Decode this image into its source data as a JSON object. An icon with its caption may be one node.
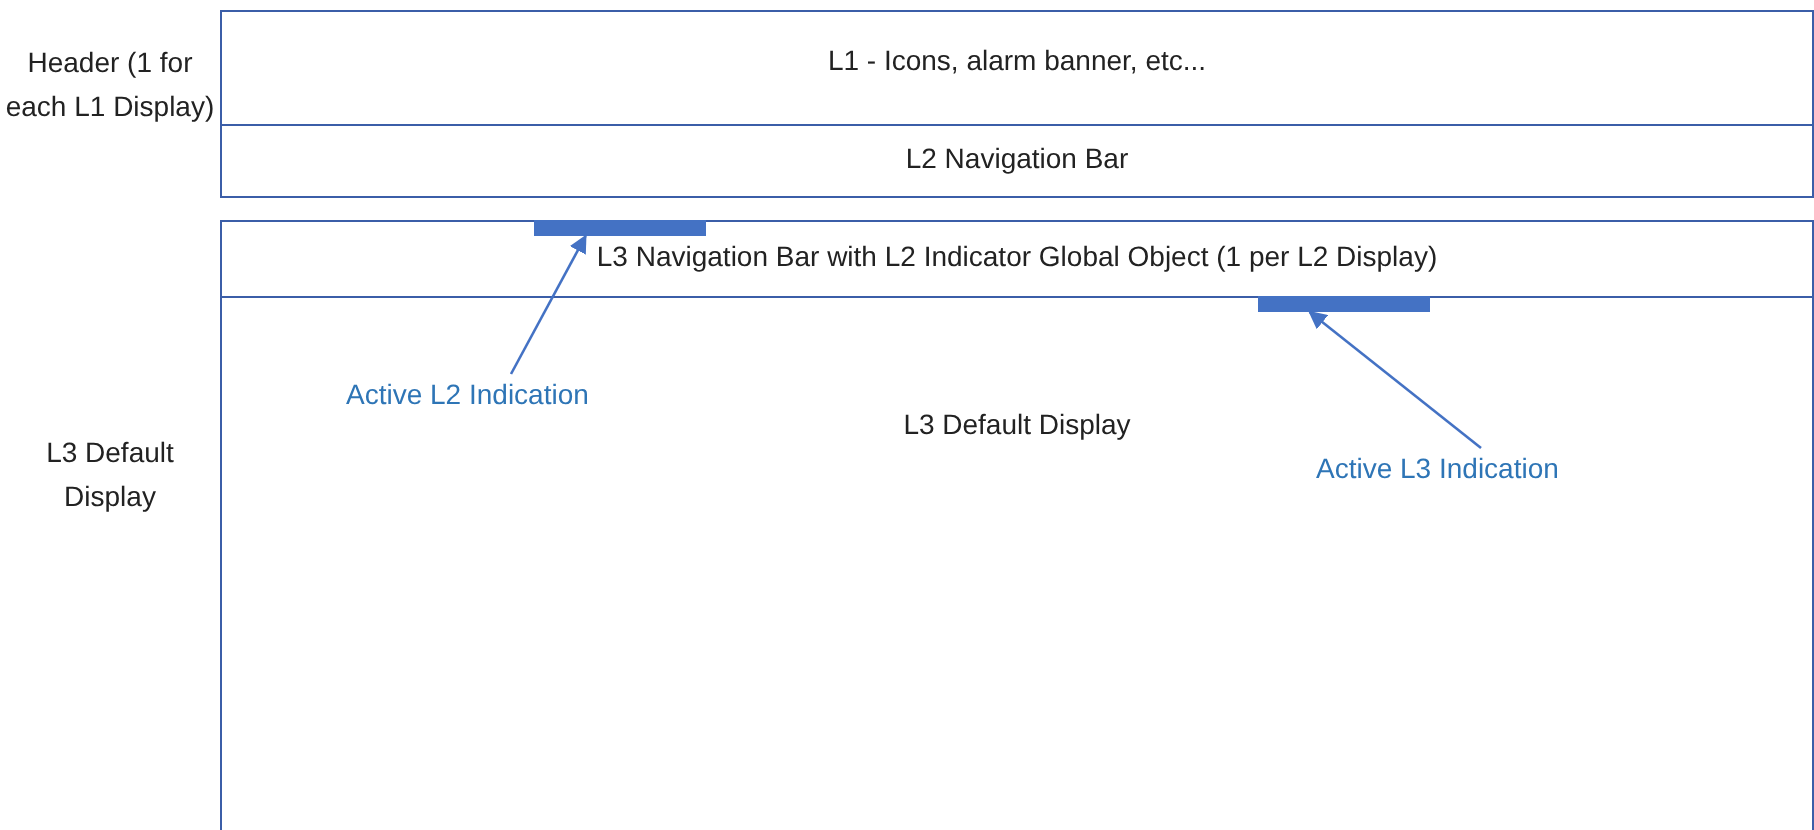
{
  "diagram": {
    "nodes": [
      {
        "text": [
          "L1 - Icons, alarm banner, etc..."
        ]
      },
      {
        "text": [
          "L2 Navigation Bar"
        ]
      },
      {
        "text": [
          "L3 Navigation Bar with L2 Indicator Global Object (1 per L2 Display)"
        ]
      },
      {
        "text": [
          "L3 Default Display"
        ]
      },
      {
        "text": [],
        "shape": "bar",
        "in": 2
      },
      {
        "text": [],
        "shape": "bar",
        "in": 3
      },
      {
        "text": [
          "Active L2 Indication"
        ],
        "in": 3
      },
      {
        "text": [
          "Active L3 Indication"
        ],
        "in": 3
      }
    ],
    "edges": [
      {
        "from": 6,
        "to": 4,
        "arrow": "to"
      },
      {
        "from": 7,
        "to": 5,
        "arrow": "to"
      }
    ],
    "labels": [
      "Header (1 for each L1 Display)",
      "L3 Default Display"
    ]
  }
}
